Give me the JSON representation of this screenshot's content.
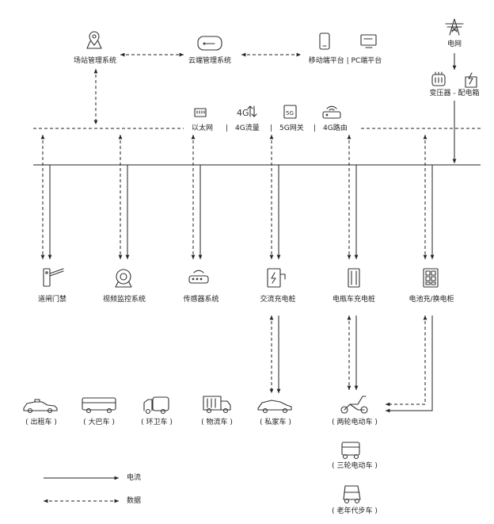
{
  "top": {
    "site": "场站管理系统",
    "cloud": "云端管理系统",
    "platform": "移动端平台 | PC端平台",
    "grid": "电网",
    "transformer": "变压器 - 配电箱"
  },
  "network": {
    "ethernet": "以太网",
    "sep1": "|",
    "flow4g": "4G流量",
    "sep2": "|",
    "gateway5g": "5G网关",
    "sep3": "|",
    "router4g": "4G路由",
    "icon_4g": "4G",
    "icon_5g": "5G"
  },
  "devices": [
    {
      "label": "道闸门禁",
      "icon": "barrier-gate-icon"
    },
    {
      "label": "视频监控系统",
      "icon": "camera-icon"
    },
    {
      "label": "传感器系统",
      "icon": "sensor-icon"
    },
    {
      "label": "交流充电桩",
      "icon": "ac-charger-icon"
    },
    {
      "label": "电瓶车充电桩",
      "icon": "ebike-charger-icon"
    },
    {
      "label": "电池充/换电柜",
      "icon": "battery-cabinet-icon"
    }
  ],
  "vehicles": [
    {
      "label": "( 出租车 )",
      "icon": "taxi-icon"
    },
    {
      "label": "( 大巴车 )",
      "icon": "bus-icon"
    },
    {
      "label": "( 环卫车 )",
      "icon": "sanitation-truck-icon"
    },
    {
      "label": "( 物流车 )",
      "icon": "logistics-truck-icon"
    },
    {
      "label": "( 私家车 )",
      "icon": "private-car-icon"
    },
    {
      "label": "( 两轮电动车 )",
      "icon": "e-scooter-icon"
    },
    {
      "label": "( 三轮电动车 )",
      "icon": "e-tricycle-icon"
    },
    {
      "label": "( 老年代步车 )",
      "icon": "mobility-car-icon"
    }
  ],
  "legend": {
    "current": "电流",
    "data": "数据"
  },
  "colors": {
    "line": "#222222",
    "icon": "#333333"
  }
}
